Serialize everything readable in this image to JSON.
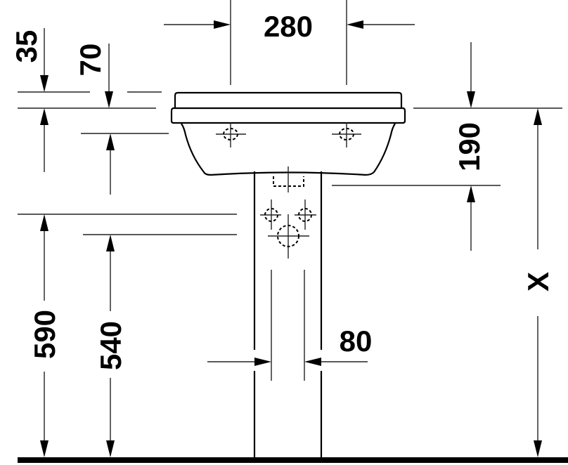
{
  "drawing": {
    "subject": "Pedestal washbasin dimension drawing",
    "units": "mm",
    "colors": {
      "line": "#000000",
      "background": "#ffffff"
    }
  },
  "dimensions": {
    "overflow_to_rim": "35",
    "rim_to_tap_hole": "70",
    "tap_hole_spacing": "280",
    "basin_depth": "190",
    "outlet_height_upper": "590",
    "outlet_height_lower": "540",
    "pedestal_gap": "80",
    "install_height": "X"
  }
}
